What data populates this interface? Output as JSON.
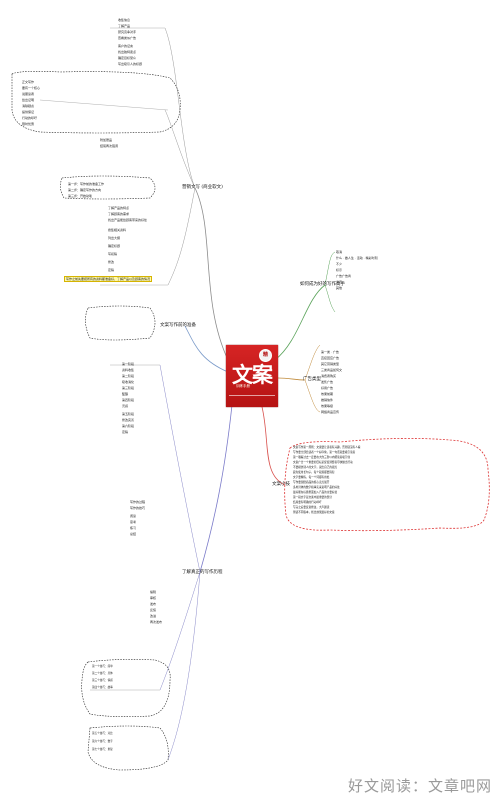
{
  "center": {
    "book_title": "文案",
    "book_subtitle": "训练手册",
    "badge": "精"
  },
  "branches": {
    "left_top": "营销文写 (商业软文)",
    "left_mid": "文案写作前的准备",
    "left_bottom": "了解真正的写作历程",
    "right_top": "如何成为好的写作高手",
    "right_mid": "广告类型",
    "right_bottom": "文案小技"
  },
  "right_top_items": [
    "取消",
    "什么 · 做人生 · 活动 · 精彩时刻",
    "不少",
    "标示",
    "广告广告商",
    "资讯",
    "其他"
  ],
  "right_mid_items": [
    "第一类 · 广告",
    "直接回应广告",
    "其它营销类型",
    "三类商品如何文",
    "消费者购买",
    "发售广告",
    "好用广告",
    "效果前期",
    "推销信件",
    "效果等级",
    "网络商品宣传"
  ],
  "right_bottom_notes": [
    "文案写作第一原则：文案要让读者有兴趣，否则就没有人看",
    "写作要全部给读者一个好印象，第一句话就要吸引读者",
    "第一眼看过去一定要在大约三秒以内把读者吸引住",
    "文案广告一个重要的目标是促使消费者尽快做出行动",
    "不要模仿别人的文字，说出自己的观点",
    "避免使用长句子，每个段落都要简短",
    "文字要精练，每一个词都有用处",
    "写作要围绕商品的核心卖点展开",
    "多用具体的数字和事实来说明产品的好处",
    "最好能在标题里面加入产品的主要好处",
    "第一段文字是文案中最重要的部分",
    "结尾要有明确的行动呼吁",
    "写完之后要反复修改，大声朗读",
    "测试不同版本，找出效果最好的文案"
  ],
  "left_top_items": [
    "收集信息",
    "了解产品",
    "研究竞争对手",
    "查看类似广告",
    "客户的证言",
    "找出独特卖点",
    "确定目标受众",
    "写出吸引人的标题",
    "正文写作",
    "要有一个核心",
    "说服读者",
    "给出证明",
    "消除疑虑",
    "提供保证",
    "行动的呼吁",
    "限时优惠",
    "附加赠品",
    "结尾再次强调"
  ],
  "left_mid_items": [
    "第一步：写作前的准备工作",
    "第二步：确定写作的方向",
    "第三步：开始动笔",
    "了解产品的特点",
    "了解顾客的需求",
    "找出产品能给顾客带来的好处",
    "搜集相关资料",
    "列出大纲",
    "确定标题",
    "写初稿",
    "修改",
    "定稿"
  ],
  "left_mid_note": "写作之前先要把所有的资料都准备好，了解产品以及顾客的情况",
  "left_bottom_items": [
    "第一阶段",
    "资料收集",
    "第二阶段",
    "吸收消化",
    "第三阶段",
    "酝酿",
    "第四阶段",
    "灵感",
    "第五阶段",
    "修改完善",
    "第六阶段",
    "定稿",
    "写作的过程",
    "写作的技巧",
    "阅读",
    "思考",
    "练习",
    "总结",
    "编辑",
    "审核",
    "发布",
    "反馈",
    "改进",
    "再次发布"
  ],
  "left_bottom_group": [
    "第一个技巧：简单",
    "第二个技巧：具体",
    "第三个技巧：情感",
    "第四个技巧：故事",
    "第五个技巧：对比",
    "第六个技巧：数字",
    "第七个技巧：重复"
  ],
  "watermark": "好文阅读：文章吧网"
}
